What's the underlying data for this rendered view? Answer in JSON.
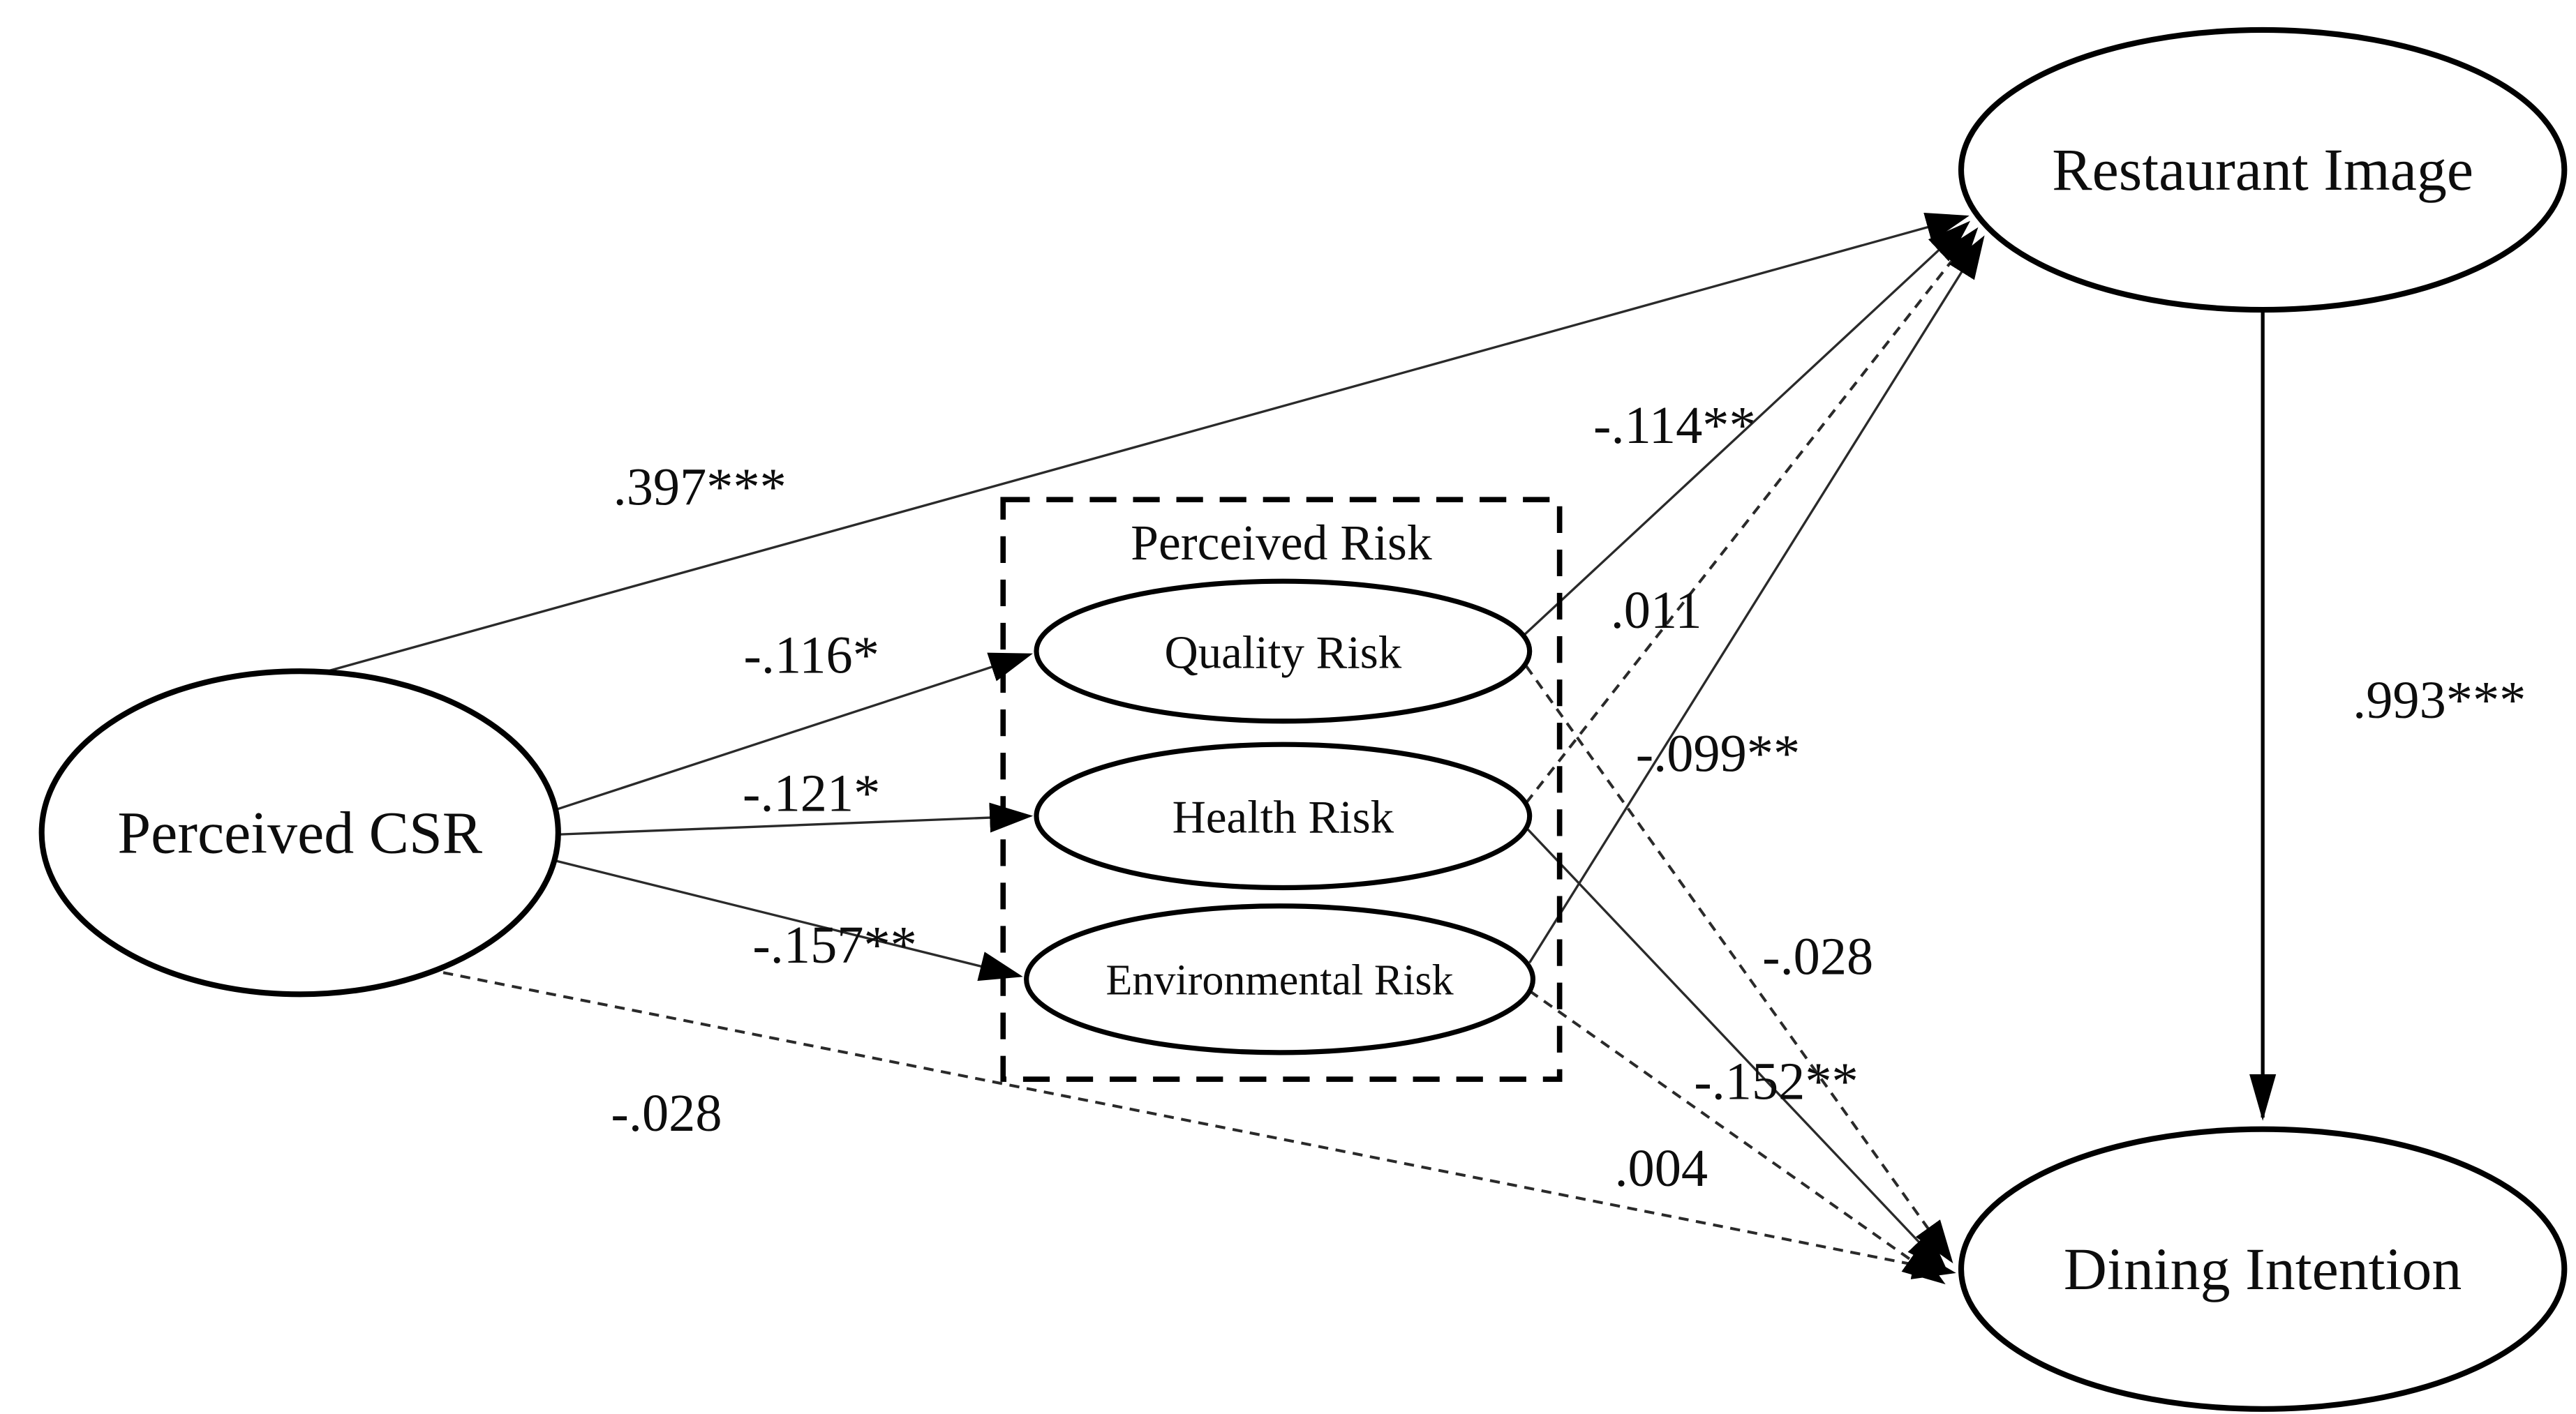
{
  "diagram": {
    "background_color": "#ffffff",
    "line_color": "#000000",
    "nodes": {
      "perceived_csr": {
        "label": "Perceived CSR"
      },
      "restaurant_image": {
        "label": "Restaurant Image"
      },
      "dining_intention": {
        "label": "Dining Intention"
      },
      "quality_risk": {
        "label": "Quality Risk"
      },
      "health_risk": {
        "label": "Health Risk"
      },
      "environmental_risk": {
        "label": "Environmental Risk"
      }
    },
    "groups": {
      "perceived_risk": {
        "label": "Perceived Risk"
      }
    },
    "paths": [
      {
        "from": "Perceived CSR",
        "to": "Restaurant Image",
        "coefficient": ".397***",
        "line": "solid"
      },
      {
        "from": "Perceived CSR",
        "to": "Quality Risk",
        "coefficient": "-.116*",
        "line": "solid"
      },
      {
        "from": "Perceived CSR",
        "to": "Health Risk",
        "coefficient": "-.121*",
        "line": "solid"
      },
      {
        "from": "Perceived CSR",
        "to": "Environmental Risk",
        "coefficient": "-.157**",
        "line": "solid"
      },
      {
        "from": "Perceived CSR",
        "to": "Dining Intention",
        "coefficient": "-.028",
        "line": "dashed"
      },
      {
        "from": "Quality Risk",
        "to": "Restaurant Image",
        "coefficient": "-.114**",
        "line": "solid"
      },
      {
        "from": "Health Risk",
        "to": "Restaurant Image",
        "coefficient": ".011",
        "line": "dashed"
      },
      {
        "from": "Environmental Risk",
        "to": "Restaurant Image",
        "coefficient": "-.099**",
        "line": "solid"
      },
      {
        "from": "Quality Risk",
        "to": "Dining Intention",
        "coefficient": "-.028",
        "line": "dashed"
      },
      {
        "from": "Health Risk",
        "to": "Dining Intention",
        "coefficient": "-.152**",
        "line": "solid"
      },
      {
        "from": "Environmental Risk",
        "to": "Dining Intention",
        "coefficient": ".004",
        "line": "dashed"
      },
      {
        "from": "Restaurant Image",
        "to": "Dining Intention",
        "coefficient": ".993***",
        "line": "solid"
      }
    ]
  }
}
